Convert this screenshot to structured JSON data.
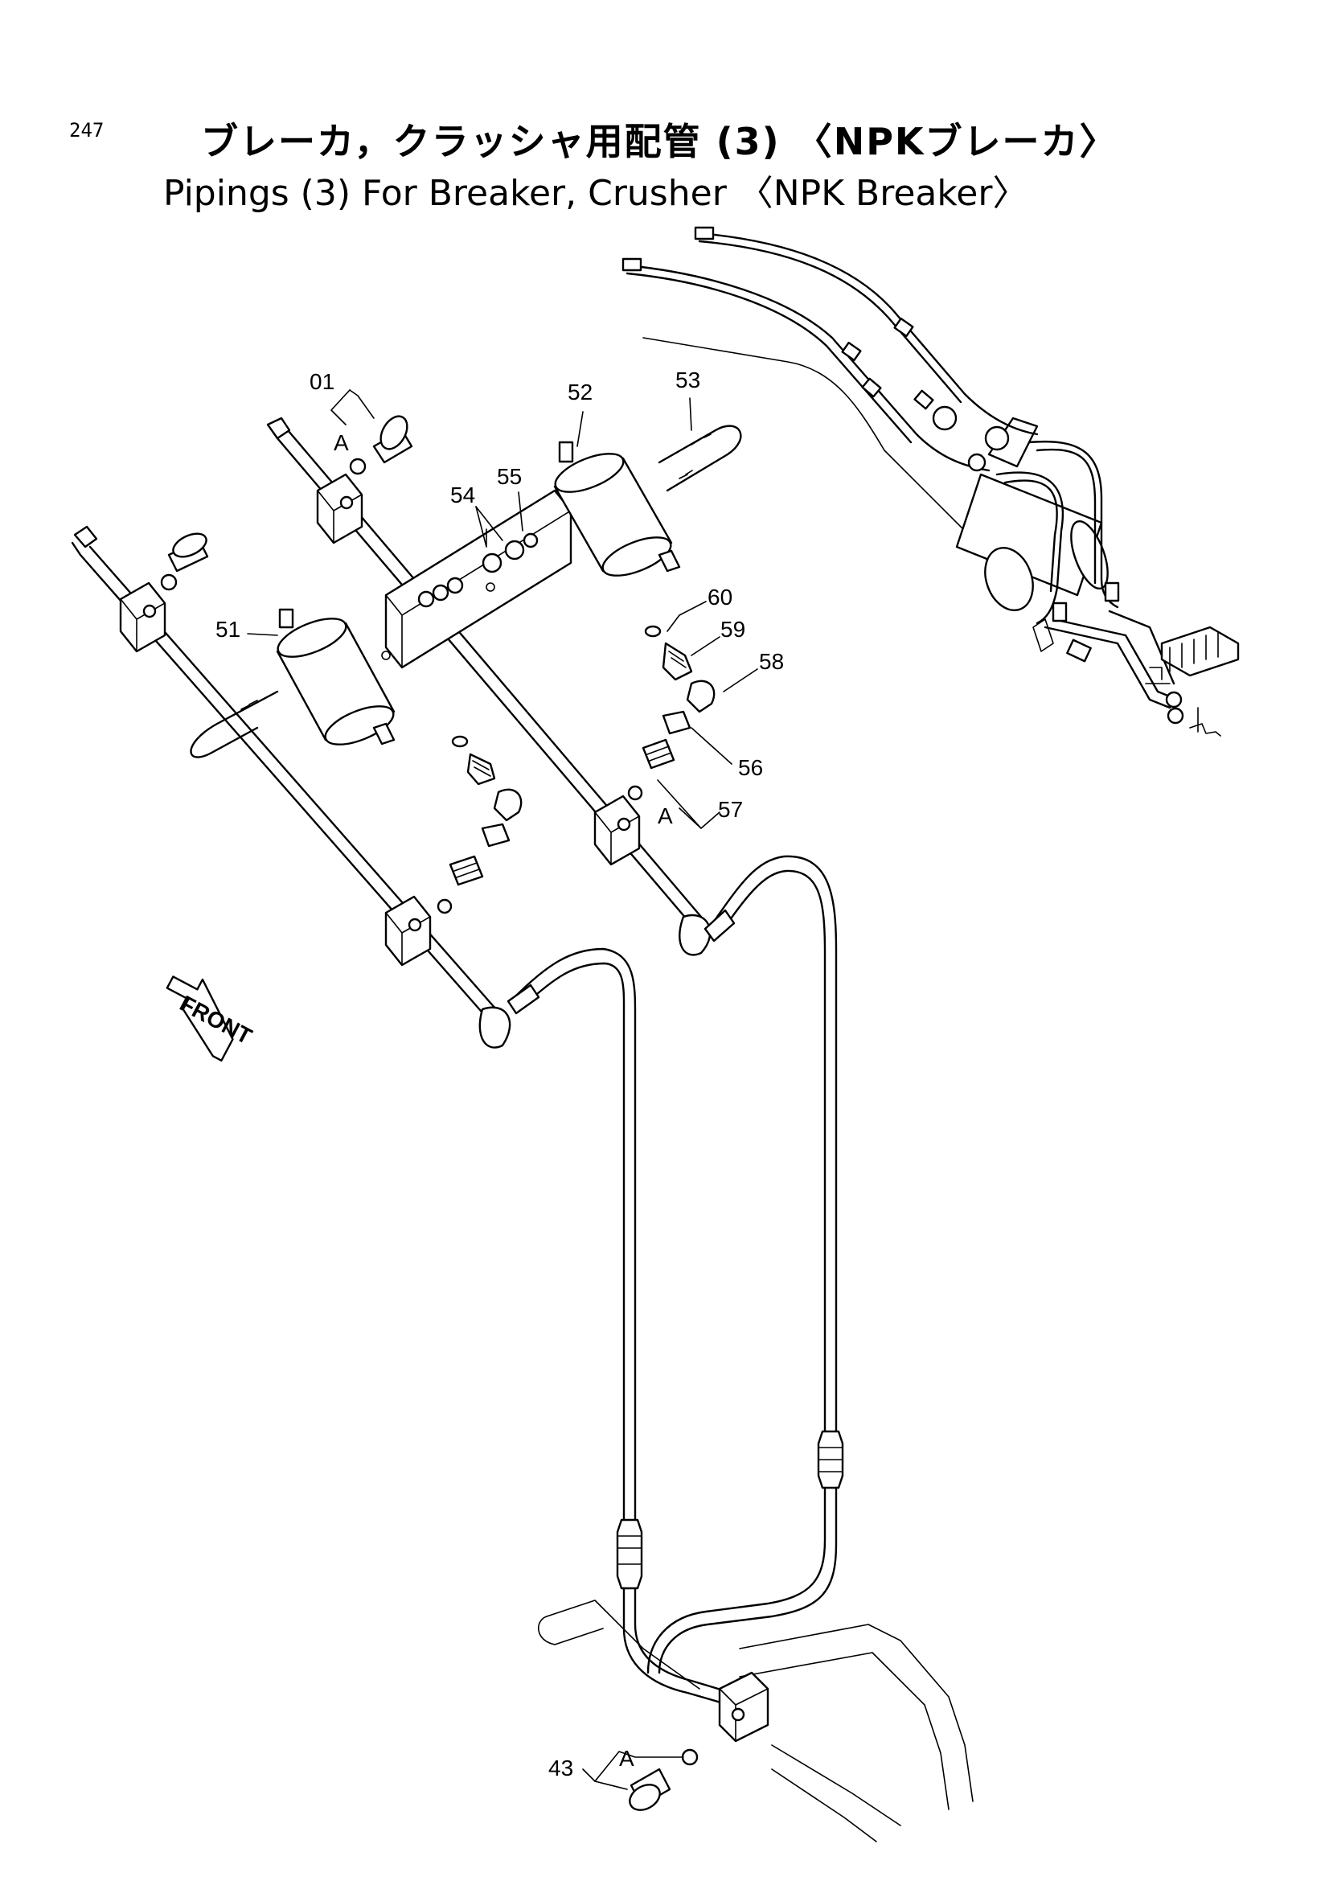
{
  "page": {
    "number": "247",
    "title_ja": "ブレーカ，クラッシャ用配管 (3) 〈NPKブレーカ〉",
    "title_en": "Pipings (3) For Breaker, Crusher 〈NPK Breaker〉"
  },
  "front_arrow": {
    "label": "FRONT"
  },
  "callouts": {
    "p01": "01",
    "a_top": "A",
    "p52": "52",
    "p53": "53",
    "p54": "54",
    "p55": "55",
    "p51": "51",
    "p60": "60",
    "p59": "59",
    "p58": "58",
    "p56": "56",
    "p57": "57",
    "a_mid": "A",
    "p43": "43",
    "a_bot": "A"
  }
}
